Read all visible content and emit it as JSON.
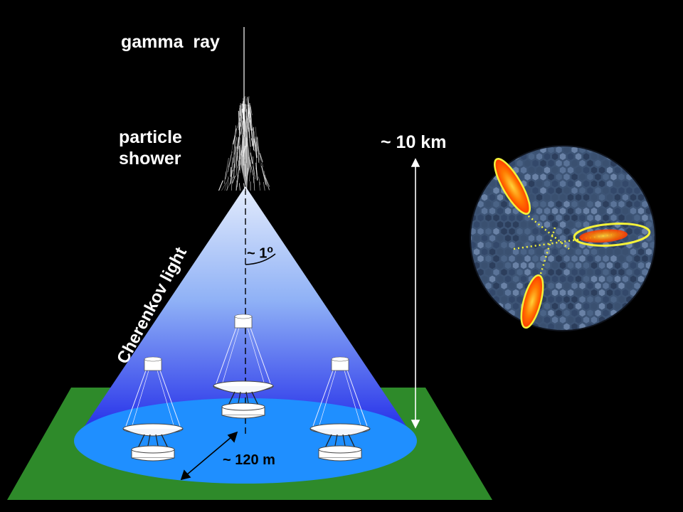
{
  "labels": {
    "gamma_ray": "gamma  ray",
    "shower_line1": "particle",
    "shower_line2": "shower",
    "height": "~ 10 km",
    "angle_prefix": "~ 1",
    "angle_unit": "o",
    "cherenkov": "Cherenkov light",
    "distance": "~ 120 m"
  },
  "colors": {
    "background": "#000000",
    "ground": "#2e8a2a",
    "cone_top": "#dfe9fb",
    "cone_bottom": "#1a26e6",
    "light_pool": "#1f8fff",
    "telescope": "#ffffff",
    "camera_face": "#3d5475",
    "image_fill": "#ff4a00",
    "image_outline": "#f4f23a"
  },
  "telescopes": [
    {
      "name": "left-telescope"
    },
    {
      "name": "center-telescope"
    },
    {
      "name": "right-telescope"
    }
  ]
}
